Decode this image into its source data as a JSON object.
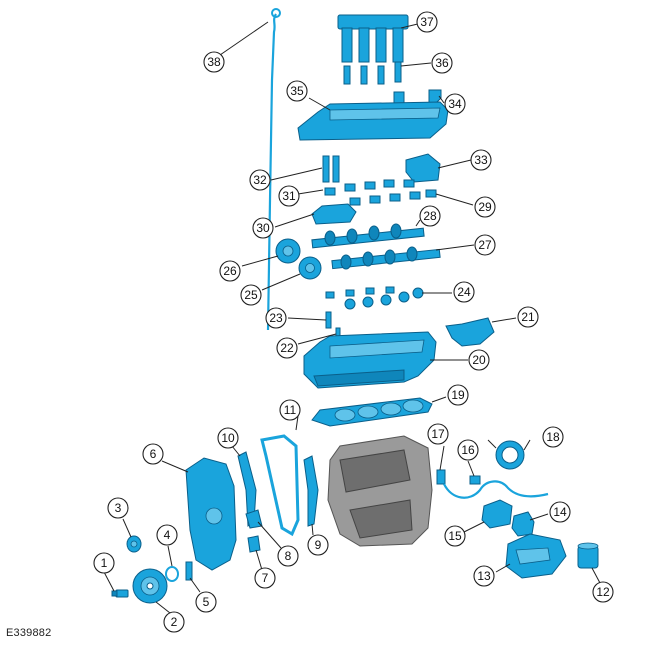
{
  "figure_id": "E339882",
  "callouts": [
    "1",
    "2",
    "3",
    "4",
    "5",
    "6",
    "7",
    "8",
    "9",
    "10",
    "11",
    "12",
    "13",
    "14",
    "15",
    "16",
    "17",
    "18",
    "19",
    "20",
    "21",
    "22",
    "23",
    "24",
    "25",
    "26",
    "27",
    "28",
    "29",
    "30",
    "31",
    "32",
    "33",
    "34",
    "35",
    "36",
    "37",
    "38"
  ],
  "colors": {
    "part": "#1aa4dc",
    "block": "#9a9a9a",
    "callout_stroke": "#222222"
  }
}
